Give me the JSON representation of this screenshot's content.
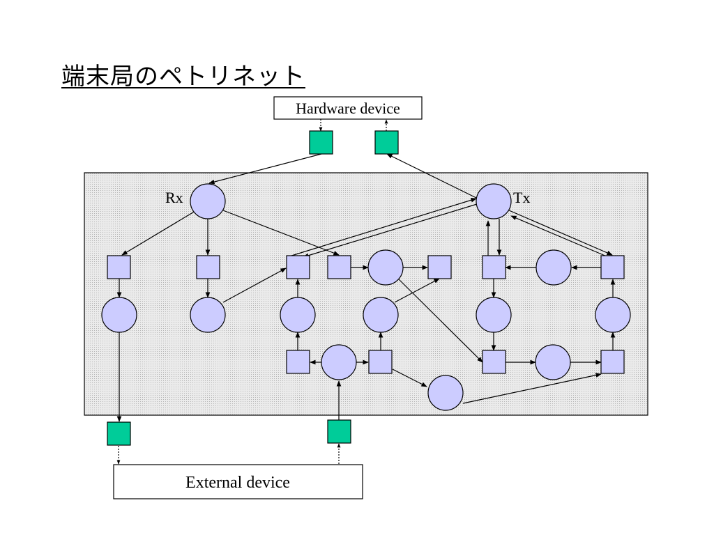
{
  "title": "端末局のペトリネット",
  "labels": {
    "hardware_device": "Hardware device",
    "external_device": "External device",
    "rx": "Rx",
    "tx": "Tx"
  },
  "colors": {
    "place_fill": "#ccccff",
    "transition_fill": "#ccccff",
    "io_transition_fill": "#00cc99",
    "net_background": "#e3e3e3",
    "stroke": "#000000"
  }
}
